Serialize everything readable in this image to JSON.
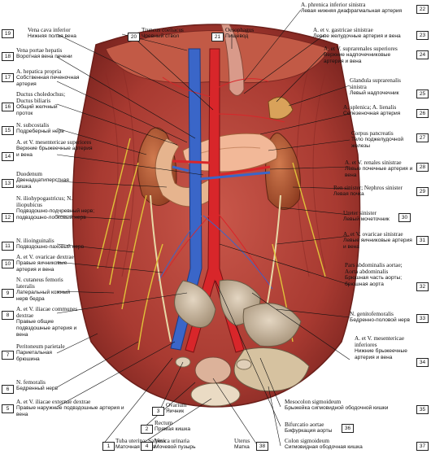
{
  "labels": [
    {
      "num": "1",
      "lat": "Tuba uterina; Salpinx",
      "ru": "Маточная труба"
    },
    {
      "num": "2",
      "lat": "Rectum",
      "ru": "Прямая кишка"
    },
    {
      "num": "3",
      "lat": "Ovarium",
      "ru": "Яичник"
    },
    {
      "num": "4",
      "lat": "Vesica urinaria",
      "ru": "Мочевой пузырь"
    },
    {
      "num": "5",
      "lat": "A. et V. iliacae externae dextrae",
      "ru": "Правые наружные подвздошные артерия и вена"
    },
    {
      "num": "6",
      "lat": "N. femoralis",
      "ru": "Бедренный нерв"
    },
    {
      "num": "7",
      "lat": "Peritoneum parietale",
      "ru": "Париетальная брюшина"
    },
    {
      "num": "8",
      "lat": "A. et V. iliacae communes dextrae",
      "ru": "Правые общие подвздошные артерия и вена"
    },
    {
      "num": "9",
      "lat": "N. cutaneus femoris lateralis",
      "ru": "Латеральный кожный нерв бедра"
    },
    {
      "num": "10",
      "lat": "A. et V. ovaricae dextrae",
      "ru": "Правые яичниковые артерия и вена"
    },
    {
      "num": "11",
      "lat": "N. ilioinguinalis",
      "ru": "Подвздошно-паховый нерв"
    },
    {
      "num": "12",
      "lat": "N. iliohypogastricus; N. iliopubicus",
      "ru": "Подвздошно-подчревный нерв; подвздошно-лобковый нерв"
    },
    {
      "num": "13",
      "lat": "Duodenum",
      "ru": "Двенадцатиперстная кишка"
    },
    {
      "num": "14",
      "lat": "A. et V. mesentericae superiores",
      "ru": "Верхние брыжеечные артерия и вена"
    },
    {
      "num": "15",
      "lat": "N. subcostalis",
      "ru": "Подреберный нерв"
    },
    {
      "num": "16",
      "lat": "Ductus choledochus; Ductus biliaris",
      "ru": "Общий желчный проток"
    },
    {
      "num": "17",
      "lat": "A. hepatica propria",
      "ru": "Собственная печеночная артерия"
    },
    {
      "num": "18",
      "lat": "Vena portae hepatis",
      "ru": "Воротная вена печени"
    },
    {
      "num": "19",
      "lat": "Vena cava inferior",
      "ru": "Нижняя полая вена"
    },
    {
      "num": "20",
      "lat": "Truncus coeliacus",
      "ru": "Чревный ствол"
    },
    {
      "num": "21",
      "lat": "Oesophagus",
      "ru": "Пищевод"
    },
    {
      "num": "22",
      "lat": "A. phrenica inferior sinistra",
      "ru": "Левая нижняя диафрагмальная артерия"
    },
    {
      "num": "23",
      "lat": "A. et v. gastricae sinistrae",
      "ru": "Левые желудочные артерия и вена"
    },
    {
      "num": "24",
      "lat": "A. et V. suprarenales superiores",
      "ru": "Верхние надпочечниковые артерия и вена"
    },
    {
      "num": "25",
      "lat": "Glandula suprarenalis sinistra",
      "ru": "Левый надпочечник"
    },
    {
      "num": "26",
      "lat": "A. splenica; A. lienalis",
      "ru": "Селезеночная артерия"
    },
    {
      "num": "27",
      "lat": "Corpus pancreatis",
      "ru": "Тело поджелудочной железы"
    },
    {
      "num": "28",
      "lat": "A. et V. renales sinistrae",
      "ru": "Левые почечные артерия и вена"
    },
    {
      "num": "29",
      "lat": "Ren sinister; Nephros sinister",
      "ru": "Левая почка"
    },
    {
      "num": "30",
      "lat": "Ureter sinister",
      "ru": "Левый мочеточник"
    },
    {
      "num": "31",
      "lat": "A. et V. ovaricae sinistrae",
      "ru": "Левые яичниковые артерия и вена"
    },
    {
      "num": "32",
      "lat": "Pars abdominalis aortae; Aorta abdominalis",
      "ru": "Брюшная часть аорты; брюшная аорта"
    },
    {
      "num": "33",
      "lat": "N. genitofemoralis",
      "ru": "Бедренно-половой нерв"
    },
    {
      "num": "34",
      "lat": "A. et V. mesentericae inferiores",
      "ru": "Нижние брыжеечные артерия и вена"
    },
    {
      "num": "35",
      "lat": "Mesocolon sigmoideum",
      "ru": "Брыжейка сигмовидной ободочной кишки"
    },
    {
      "num": "36",
      "lat": "Bifurcatio aortae",
      "ru": "Бифуркация аорты"
    },
    {
      "num": "37",
      "lat": "Colon sigmoideum",
      "ru": "Сигмовидная ободочная кишка"
    },
    {
      "num": "38",
      "lat": "Uterus",
      "ru": "Матка"
    }
  ],
  "colors": {
    "muscle": "#b8443a",
    "muscle_dark": "#8f2a24",
    "peritoneum": "#e8c7a8",
    "artery": "#d8262a",
    "vein": "#3a66c8",
    "nerve": "#e0c23a",
    "kidney": "#b4562e",
    "pancreas": "#f0b08a",
    "intestine": "#c9b49a",
    "bladder": "#e7d4b8",
    "leader": "#111111"
  }
}
